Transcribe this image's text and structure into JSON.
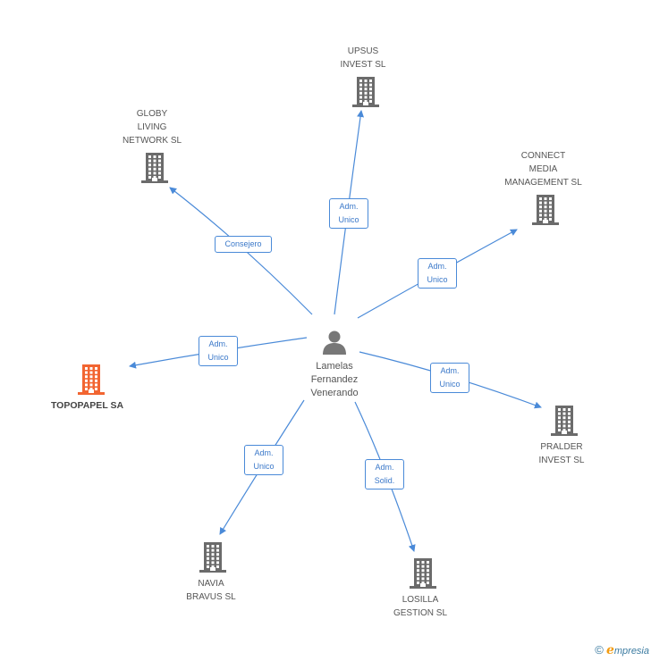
{
  "center": {
    "lines": "Lamelas\nFernandez\nVenerando"
  },
  "nodes": [
    {
      "id": "upsus",
      "label": "UPSUS\nINVEST SL",
      "highlight": false
    },
    {
      "id": "globy",
      "label": "GLOBY\nLIVING\nNETWORK SL",
      "highlight": false
    },
    {
      "id": "connect",
      "label": "CONNECT\nMEDIA\nMANAGEMENT SL",
      "highlight": false
    },
    {
      "id": "topopapel",
      "label": "TOPOPAPEL SA",
      "highlight": true
    },
    {
      "id": "pralder",
      "label": "PRALDER\nINVEST SL",
      "highlight": false
    },
    {
      "id": "navia",
      "label": "NAVIA\nBRAVUS  SL",
      "highlight": false
    },
    {
      "id": "losilla",
      "label": "LOSILLA\nGESTION SL",
      "highlight": false
    }
  ],
  "edges": [
    {
      "to": "upsus",
      "label": "Adm.\nUnico"
    },
    {
      "to": "globy",
      "label": "Consejero"
    },
    {
      "to": "connect",
      "label": "Adm.\nUnico"
    },
    {
      "to": "topopapel",
      "label": "Adm.\nUnico"
    },
    {
      "to": "pralder",
      "label": "Adm.\nUnico"
    },
    {
      "to": "navia",
      "label": "Adm.\nUnico"
    },
    {
      "to": "losilla",
      "label": "Adm.\nSolid."
    }
  ],
  "colors": {
    "edge": "#4a8ad8",
    "building": "#6b6b6b",
    "highlight": "#f26531",
    "person": "#777777"
  },
  "footer": {
    "copyright": "©",
    "brand_initial": "e",
    "brand_rest": "mpresia"
  }
}
